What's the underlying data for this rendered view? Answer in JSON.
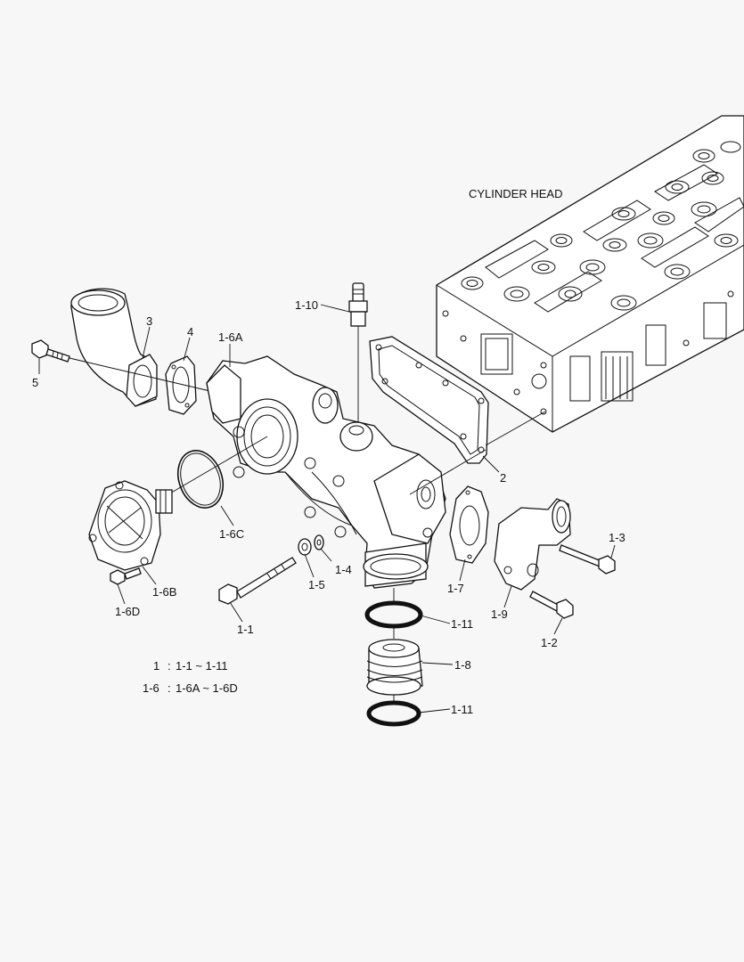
{
  "diagram": {
    "header_label": "CYLINDER HEAD",
    "callouts": [
      {
        "id": "c-1-10",
        "text": "1-10"
      },
      {
        "id": "c-3",
        "text": "3"
      },
      {
        "id": "c-4",
        "text": "4"
      },
      {
        "id": "c-1-6a",
        "text": "1-6A"
      },
      {
        "id": "c-5",
        "text": "5"
      },
      {
        "id": "c-2",
        "text": "2"
      },
      {
        "id": "c-1-6c",
        "text": "1-6C"
      },
      {
        "id": "c-1-3",
        "text": "1-3"
      },
      {
        "id": "c-1-4",
        "text": "1-4"
      },
      {
        "id": "c-1-5",
        "text": "1-5"
      },
      {
        "id": "c-1-7",
        "text": "1-7"
      },
      {
        "id": "c-1-6b",
        "text": "1-6B"
      },
      {
        "id": "c-1-6d",
        "text": "1-6D"
      },
      {
        "id": "c-1-9",
        "text": "1-9"
      },
      {
        "id": "c-1-1",
        "text": "1-1"
      },
      {
        "id": "c-1-11a",
        "text": "1-11"
      },
      {
        "id": "c-1-2",
        "text": "1-2"
      },
      {
        "id": "c-1-8",
        "text": "1-8"
      },
      {
        "id": "c-1-11b",
        "text": "1-11"
      }
    ],
    "legend": [
      {
        "key": "1",
        "sep": ":",
        "range": "1-1 ~ 1-11"
      },
      {
        "key": "1-6",
        "sep": ":",
        "range": "1-6A ~ 1-6D"
      }
    ]
  }
}
